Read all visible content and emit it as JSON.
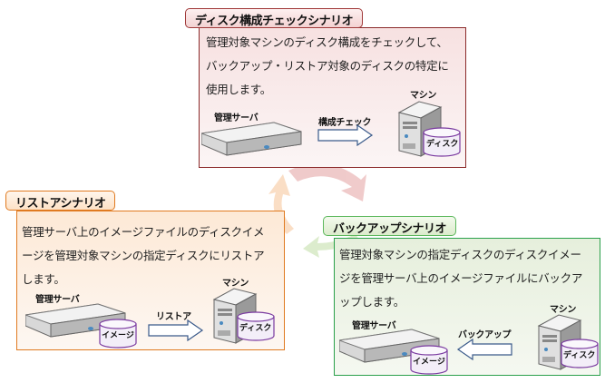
{
  "scenarios": [
    {
      "id": "disk-check",
      "title": "ディスク構成チェックシナリオ",
      "lines": [
        "管理対象マシンのディスク構成をチェックして、",
        "バックアップ・リストア対象のディスクの特定に",
        "使用します。"
      ],
      "server_label": "管理サーバ",
      "arrow_label": "構成チェック",
      "arrow_direction": "right",
      "machine_label": "マシン",
      "machine_disk_label": "ディスク",
      "server_disk_label": null,
      "color": "#8b2a2a"
    },
    {
      "id": "restore",
      "title": "リストアシナリオ",
      "lines": [
        "管理サーバ上のイメージファイルのディスクイメ",
        "ージを管理対象マシンの指定ディスクにリストア",
        "します。"
      ],
      "server_label": "管理サーバ",
      "arrow_label": "リストア",
      "arrow_direction": "right",
      "machine_label": "マシン",
      "machine_disk_label": "ディスク",
      "server_disk_label": "イメージ",
      "color": "#e07a20"
    },
    {
      "id": "backup",
      "title": "バックアップシナリオ",
      "lines": [
        "管理対象マシンの指定ディスクのディスクイメー",
        "ジを管理サーバ上のイメージファイルにバックア",
        "ップします。"
      ],
      "server_label": "管理サーバ",
      "arrow_label": "バックアップ",
      "arrow_direction": "left",
      "machine_label": "マシン",
      "machine_disk_label": "ディスク",
      "server_disk_label": "イメージ",
      "color": "#2aa04a"
    }
  ],
  "cycle_arrow_colors": [
    "#e9b9b9",
    "#fad9bd",
    "#d6e8c4"
  ]
}
